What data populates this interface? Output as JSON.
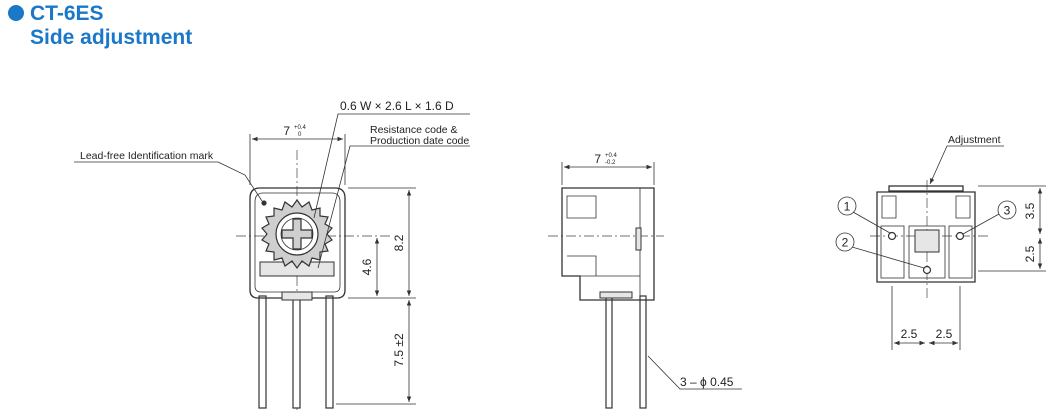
{
  "header": {
    "title": "CT-6ES",
    "subtitle": "Side adjustment",
    "accent_color": "#1b78c8"
  },
  "front_view": {
    "width_main": "7",
    "width_tol_upper": "+0.4",
    "width_tol_lower": "0",
    "marking_size": "0.6 W × 2.6 L × 1.6 D",
    "resistance_code_line1": "Resistance code &",
    "resistance_code_line2": "Production date code",
    "lead_free_mark": "Lead-free Identification mark",
    "height": "8.2",
    "center_height": "4.6",
    "lead_length": "7.5 ±2"
  },
  "side_view": {
    "depth_main": "7",
    "depth_tol_upper": "+0.4",
    "depth_tol_lower": "-0.2",
    "pin_diameter": "3 – ϕ 0.45"
  },
  "bottom_view": {
    "adjustment_label": "Adjustment",
    "pin_labels": [
      "1",
      "2",
      "3"
    ],
    "dim_top": "3.5",
    "dim_mid": "2.5",
    "pitch_left": "2.5",
    "pitch_right": "2.5"
  }
}
